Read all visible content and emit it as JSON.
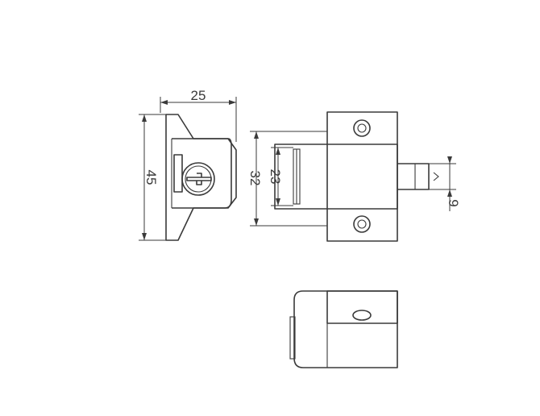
{
  "dimensions": {
    "width_top": "25",
    "height_left": "45",
    "height_outer": "32",
    "height_inner": "23",
    "bolt_diameter": "9"
  },
  "colors": {
    "line": "#3a3a3a",
    "background": "#ffffff"
  }
}
